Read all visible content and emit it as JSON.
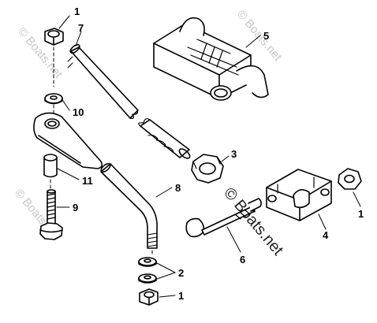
{
  "colors": {
    "line": "#000000",
    "watermark": "#c8c8c8",
    "watermark_center": "#222222"
  },
  "watermark_text": "© Boats.net",
  "callouts": [
    {
      "id": "nut-top",
      "text": "1"
    },
    {
      "id": "tube",
      "text": "7"
    },
    {
      "id": "bracket",
      "text": "5"
    },
    {
      "id": "washer-top",
      "text": "10"
    },
    {
      "id": "nut-mid",
      "text": "3"
    },
    {
      "id": "spacer",
      "text": "11"
    },
    {
      "id": "rod",
      "text": "8"
    },
    {
      "id": "screw",
      "text": "9"
    },
    {
      "id": "clamp",
      "text": "4"
    },
    {
      "id": "nut-right",
      "text": "1"
    },
    {
      "id": "bolt",
      "text": "6"
    },
    {
      "id": "washers-bottom",
      "text": "2"
    },
    {
      "id": "nut-bottom",
      "text": "1"
    }
  ]
}
